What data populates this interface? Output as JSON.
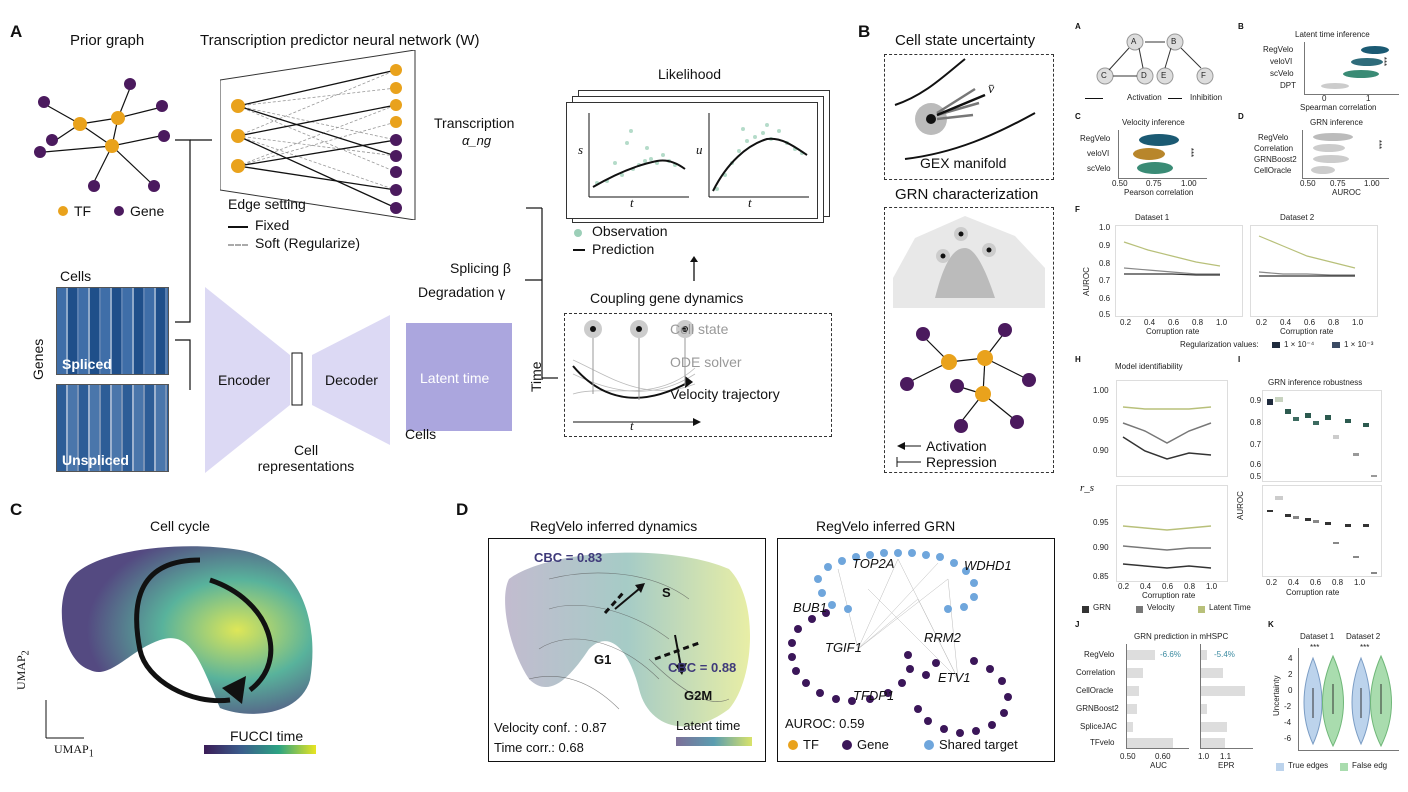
{
  "panel_A": {
    "letter": "A",
    "prior_graph_title": "Prior graph",
    "nn_title": "Transcription predictor neural network (W)",
    "legend_tf": "TF",
    "legend_gene": "Gene",
    "edge_setting": "Edge setting",
    "edge_fixed": "Fixed",
    "edge_soft": "Soft (Regularize)",
    "transcription": "Transcription",
    "transcription_symbol": "α_ng",
    "likelihood": "Likelihood",
    "s_label": "s",
    "u_label": "u",
    "t_label": "t",
    "observation": "Observation",
    "prediction": "Prediction",
    "splicing": "Splicing β",
    "degradation": "Degradation γ",
    "coupling_title": "Coupling gene dynamics",
    "cell_state": "Cell state",
    "ode_solver": "ODE solver",
    "velocity_trajectory": "Velocity trajectory",
    "cells_label": "Cells",
    "genes_label": "Genes",
    "spliced": "Spliced",
    "unspliced": "Unspliced",
    "encoder": "Encoder",
    "decoder": "Decoder",
    "latent_time": "Latent time",
    "time": "Time",
    "cells_bottom": "Cells",
    "cell_rep": "Cell representations",
    "colors": {
      "tf": "#E9A21C",
      "gene": "#4B1A5E",
      "lavender": "#C8C4EE",
      "latent": "#ABA6DE"
    }
  },
  "panel_B": {
    "letter": "B",
    "cell_state_uncertainty": "Cell state uncertainty",
    "v_bar": "v̄",
    "gex_manifold": "GEX manifold",
    "grn_characterization": "GRN characterization",
    "activation": "Activation",
    "repression": "Repression"
  },
  "panel_C": {
    "letter": "C",
    "title": "Cell cycle",
    "umap2": "UMAP",
    "umap2_sub": "2",
    "umap1": "UMAP",
    "umap1_sub": "1",
    "fucci": "FUCCI time"
  },
  "panel_D": {
    "letter": "D",
    "left_title": "RegVelo inferred dynamics",
    "right_title": "RegVelo inferred GRN",
    "cbc1": "CBC = 0.83",
    "cbc2": "CBC = 0.88",
    "s": "S",
    "g1": "G1",
    "g2m": "G2M",
    "velocity_conf": "Velocity conf. : 0.87",
    "time_corr": "Time corr.: 0.68",
    "latent_time": "Latent time",
    "genes": [
      "TOP2A",
      "WDHD1",
      "BUB1",
      "RRM2",
      "TGIF1",
      "TFDP1",
      "ETV1"
    ],
    "auroc": "AUROC: 0.59",
    "legend_tf": "TF",
    "legend_gene": "Gene",
    "legend_shared": "Shared target"
  },
  "supp": {
    "A": {
      "letter": "A",
      "nodes": [
        "A",
        "B",
        "C",
        "D",
        "E",
        "F"
      ],
      "activation": "Activation",
      "inhibition": "Inhibition"
    },
    "B": {
      "letter": "B",
      "title": "Latent time inference",
      "methods": [
        "RegVelo",
        "veloVI",
        "scVelo",
        "DPT"
      ],
      "xlabel": "Spearman correlation",
      "ticks": [
        "0",
        "1"
      ],
      "stars": "***"
    },
    "C": {
      "letter": "C",
      "title": "Velocity inference",
      "methods": [
        "RegVelo",
        "veloVI",
        "scVelo"
      ],
      "xlabel": "Pearson correlation",
      "ticks": [
        "0.50",
        "0.75",
        "1.00"
      ],
      "stars": "***"
    },
    "D": {
      "letter": "D",
      "title": "GRN inference",
      "methods": [
        "RegVelo",
        "Correlation",
        "GRNBoost2",
        "CellOracle"
      ],
      "xlabel": "AUROC",
      "ticks": [
        "0.50",
        "0.75",
        "1.00"
      ],
      "stars": "***"
    },
    "F": {
      "letter": "F",
      "ylabel": "AUROC",
      "xlabel": "Corruption rate",
      "dataset1": "Dataset 1",
      "dataset2": "Dataset 2",
      "yticks": [
        "1.0",
        "0.9",
        "0.8",
        "0.7",
        "0.6",
        "0.5"
      ],
      "xticks": [
        "0.2",
        "0.4",
        "0.6",
        "0.8",
        "1.0"
      ],
      "reg_label": "Regularization values:",
      "reg_v1": "1 × 10⁻⁴",
      "reg_v2": "1 × 10⁻³"
    },
    "H": {
      "letter": "H",
      "title": "Model identifiability",
      "ylabel": "r_s",
      "yticks_top": [
        "1.00",
        "0.95",
        "0.90"
      ],
      "yticks_bottom": [
        "0.95",
        "0.90",
        "0.85"
      ],
      "xticks": [
        "0.2",
        "0.4",
        "0.6",
        "0.8",
        "1.0"
      ],
      "xlabel": "Corruption rate",
      "legend": [
        "GRN",
        "Velocity",
        "Latent Time"
      ]
    },
    "I": {
      "letter": "I",
      "title": "GRN inference robustness",
      "ylabel": "AUROC",
      "yticks": [
        "0.9",
        "0.8",
        "0.7",
        "0.6",
        "0.5"
      ],
      "xticks": [
        "0.2",
        "0.4",
        "0.6",
        "0.8",
        "1.0"
      ],
      "xlabel": "Corruption rate"
    },
    "J": {
      "letter": "J",
      "title": "GRN prediction in mHSPC",
      "methods": [
        "RegVelo",
        "Correlation",
        "CellOracle",
        "GRNBoost2",
        "SpliceJAC",
        "TFvelo"
      ],
      "auc_note": "-6.6%",
      "epr_note": "-5.4%",
      "auc_ticks": [
        "0.50",
        "0.60"
      ],
      "epr_ticks": [
        "1.0",
        "1.1"
      ],
      "auc_label": "AUC",
      "epr_label": "EPR"
    },
    "K": {
      "letter": "K",
      "dataset1": "Dataset 1",
      "dataset2": "Dataset 2",
      "ylabel": "Uncertainty",
      "yticks": [
        "4",
        "2",
        "0",
        "-2",
        "-4",
        "-6"
      ],
      "stars": "***",
      "true_edges": "True edges",
      "false_edges": "False edg"
    }
  }
}
